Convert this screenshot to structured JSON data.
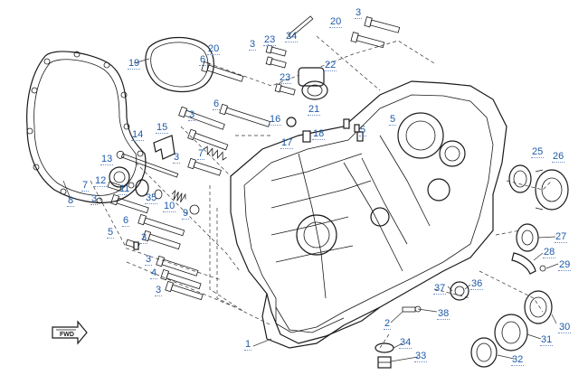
{
  "diagram": {
    "callouts": [
      "1",
      "2",
      "3",
      "4",
      "5",
      "6",
      "7",
      "8",
      "9",
      "10",
      "11",
      "12",
      "13",
      "14",
      "15",
      "16",
      "17",
      "18",
      "19",
      "20",
      "21",
      "22",
      "23",
      "24",
      "25",
      "26",
      "27",
      "28",
      "29",
      "30",
      "31",
      "32",
      "33",
      "34",
      "35",
      "36",
      "37",
      "38"
    ],
    "fwd_badge": "FWD"
  },
  "colors": {
    "callout": "#1e5aa8",
    "line": "#1a1a1a"
  }
}
